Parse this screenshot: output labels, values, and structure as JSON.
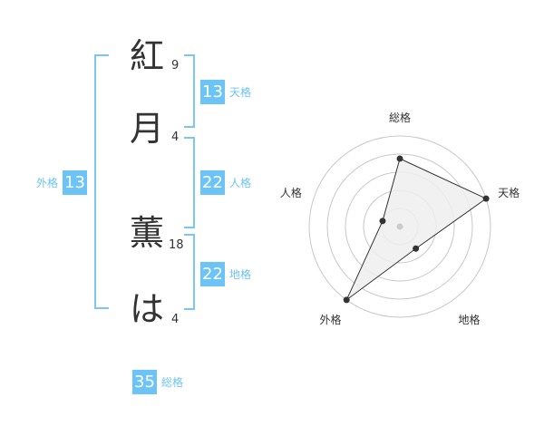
{
  "characters": [
    {
      "char": "紅",
      "strokes": "9"
    },
    {
      "char": "月",
      "strokes": "4"
    },
    {
      "char": "薫",
      "strokes": "18"
    },
    {
      "char": "は",
      "strokes": "4"
    }
  ],
  "fortunes": {
    "tenkaku": {
      "value": "13",
      "label": "天格"
    },
    "jinkaku": {
      "value": "22",
      "label": "人格"
    },
    "chikaku": {
      "value": "22",
      "label": "地格"
    },
    "gaikaku": {
      "value": "13",
      "label": "外格"
    },
    "soukaku": {
      "value": "35",
      "label": "総格"
    }
  },
  "chart_data": {
    "type": "radar",
    "axes": [
      "総格",
      "天格",
      "地格",
      "外格",
      "人格"
    ],
    "values": [
      0.75,
      1.0,
      0.3,
      1.0,
      0.2
    ],
    "rings": 5,
    "colors": {
      "ring": "#c8c8c8",
      "fill": "#eeeeee",
      "line": "#333333",
      "point": "#333333",
      "center": "#cccccc"
    }
  }
}
